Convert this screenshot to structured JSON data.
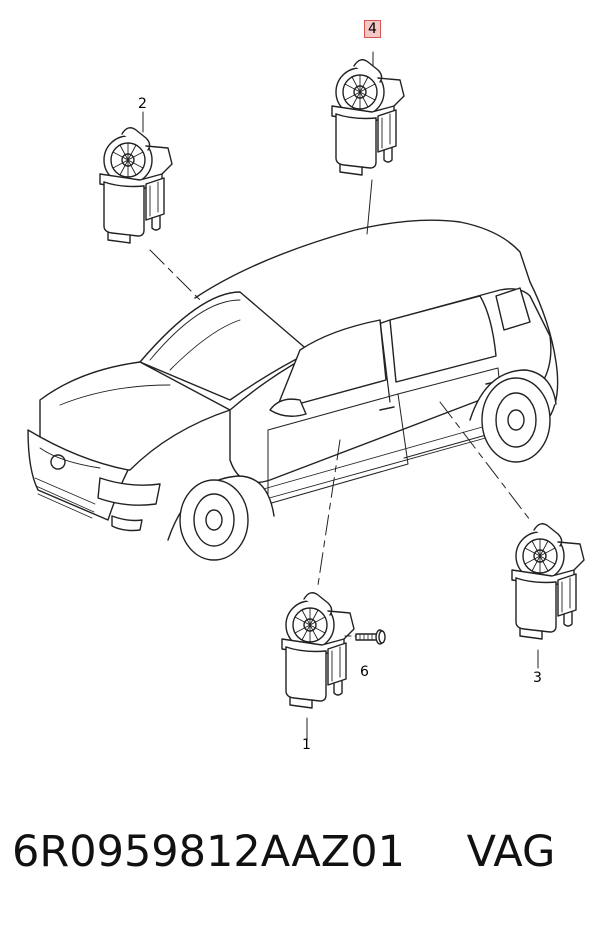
{
  "callouts": {
    "c1": "1",
    "c2": "2",
    "c3": "3",
    "c4": "4",
    "c6": "6"
  },
  "footer": {
    "part_number": "6R0959812AAZ01",
    "brand": "VAG"
  },
  "colors": {
    "line": "#222222",
    "highlight_fill": "#f4c7c7",
    "highlight_border": "#d9534f"
  },
  "icons": [
    "window-motor-icon",
    "car-icon",
    "screw-icon"
  ]
}
